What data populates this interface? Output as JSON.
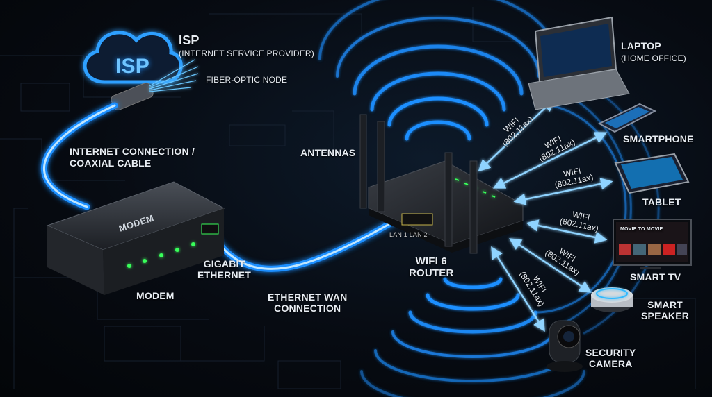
{
  "labels": {
    "isp_title": "ISP",
    "isp_subtitle": "(INTERNET SERVICE PROVIDER)",
    "cloud_text": "ISP",
    "fiber": "FIBER-OPTIC NODE",
    "internet_conn_1": "INTERNET CONNECTION /",
    "internet_conn_2": "COAXIAL CABLE",
    "modem_face": "MODEM",
    "modem": "MODEM",
    "gigabit_1": "GIGABIT",
    "gigabit_2": "ETHERNET",
    "eth_wan_1": "ETHERNET WAN",
    "eth_wan_2": "CONNECTION",
    "antennas": "ANTENNAS",
    "router_1": "WIFI 6",
    "router_2": "ROUTER",
    "lan_ports": "LAN 1  LAN 2",
    "laptop_1": "LAPTOP",
    "laptop_2": "(HOME OFFICE)",
    "smartphone": "SMARTPHONE",
    "tablet": "TABLET",
    "smart_tv": "SMART TV",
    "smart_speaker_1": "SMART",
    "smart_speaker_2": "SPEAKER",
    "security_camera_1": "SECURITY",
    "security_camera_2": "CAMERA",
    "tv_screen": "MOVIE TO MOVIE"
  },
  "wifi_link": {
    "line1": "WIFI",
    "line2": "(802.11ax)"
  },
  "colors": {
    "glow": "#1e8fff",
    "glow_light": "#7cc8ff",
    "led": "#39ff5a",
    "background": "#05080d"
  }
}
